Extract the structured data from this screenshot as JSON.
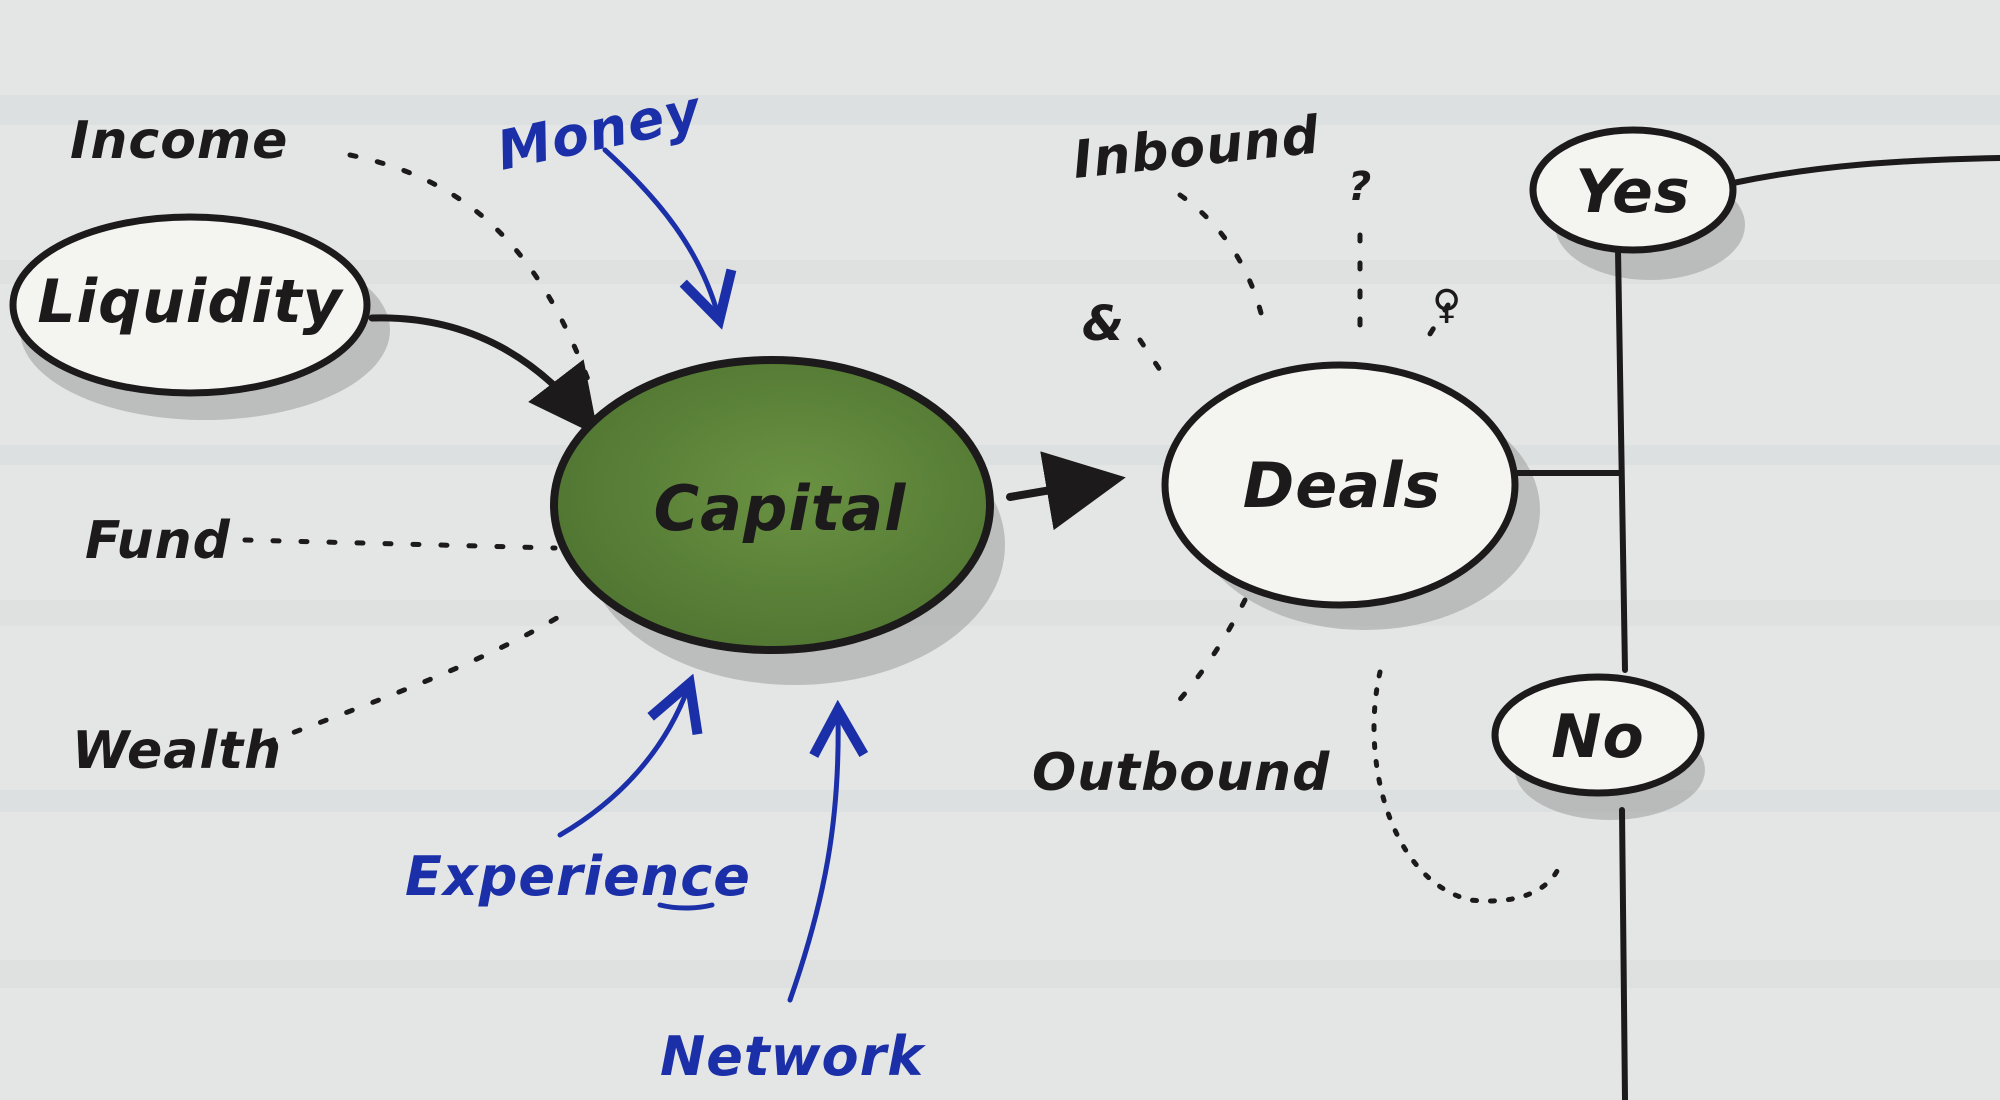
{
  "nodes": {
    "liquidity": "Liquidity",
    "capital": "Capital",
    "deals": "Deals",
    "yes": "Yes",
    "no": "No"
  },
  "inputs": {
    "income": "Income",
    "fund": "Fund",
    "wealth": "Wealth",
    "inbound": "Inbound",
    "outbound": "Outbound"
  },
  "blue_labels": {
    "money": "Money",
    "experience": "Experience",
    "network": "Network"
  },
  "marks": {
    "question": "?",
    "friends": "&",
    "person": "♀"
  },
  "colors": {
    "ink": "#1c1a1a",
    "blue_ink": "#1b2fa8",
    "capital_fill": "#5a7f35",
    "node_fill": "#f4f4f0",
    "paper": "#e4e6e6"
  }
}
